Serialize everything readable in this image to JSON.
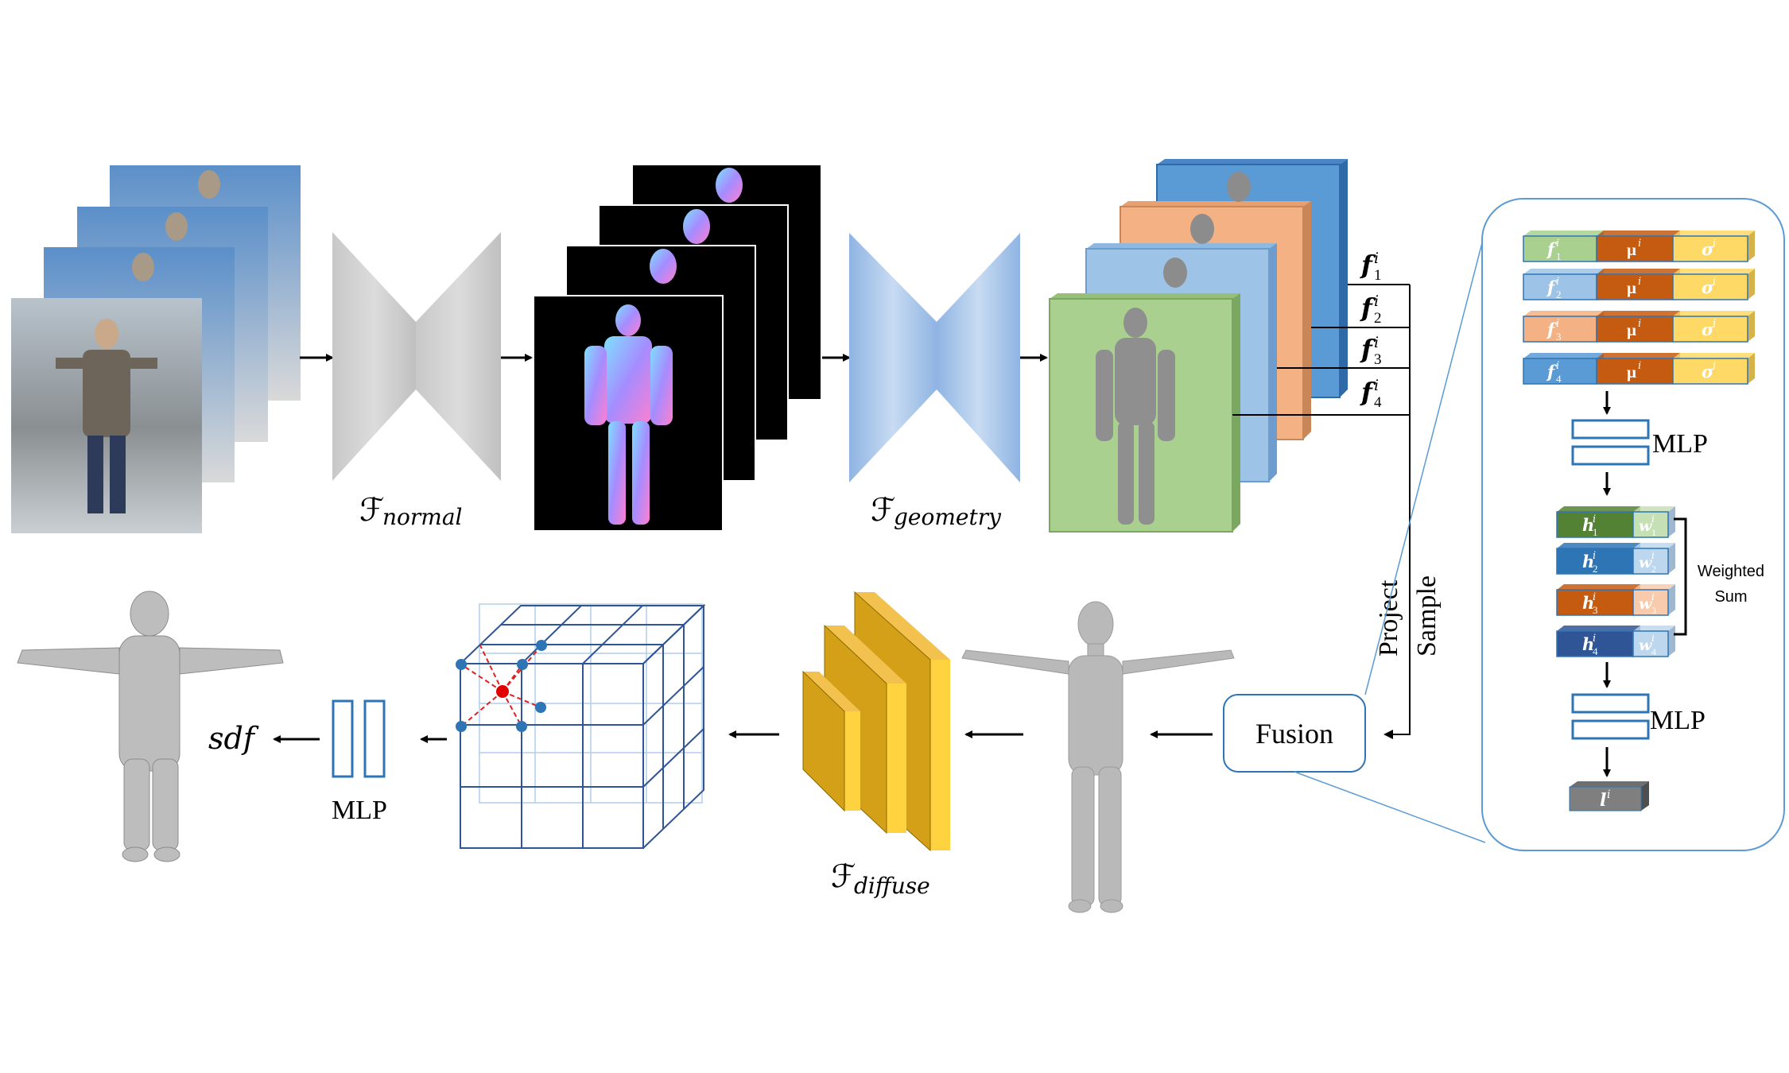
{
  "labels": {
    "f_normal": "ℱ",
    "f_normal_sub": "normal",
    "f_geometry": "ℱ",
    "f_geometry_sub": "geometry",
    "f_diffuse": "ℱ",
    "f_diffuse_sub": "diffuse",
    "feature_labels": [
      "f",
      "f",
      "f",
      "f"
    ],
    "feature_sup": "i",
    "feature_subs": [
      "1",
      "2",
      "3",
      "4"
    ],
    "project": "Project",
    "sample": "Sample",
    "fusion": "Fusion",
    "mlp_top": "MLP",
    "mlp_mid": "MLP",
    "mlp_bottom": "MLP",
    "weighted": "Weighted",
    "sum": "Sum",
    "sdf": "sdf",
    "out_l": "l",
    "out_l_sup": "i"
  },
  "fusion_panel": {
    "rows": [
      {
        "f": "f",
        "sub": "1",
        "mu": "μ",
        "sigma": "σ",
        "sup": "i"
      },
      {
        "f": "f",
        "sub": "2",
        "mu": "μ",
        "sigma": "σ",
        "sup": "i"
      },
      {
        "f": "f",
        "sub": "3",
        "mu": "μ",
        "sigma": "σ",
        "sup": "i"
      },
      {
        "f": "f",
        "sub": "4",
        "mu": "μ",
        "sigma": "σ",
        "sup": "i"
      }
    ],
    "h_rows": [
      {
        "h": "h",
        "w": "w",
        "sub": "1",
        "sup": "i"
      },
      {
        "h": "h",
        "w": "w",
        "sub": "2",
        "sup": "i"
      },
      {
        "h": "h",
        "w": "w",
        "sub": "3",
        "sup": "i"
      },
      {
        "h": "h",
        "w": "w",
        "sub": "4",
        "sup": "i"
      }
    ]
  },
  "colors": {
    "green": "#a9d08e",
    "orange_mu": "#c55a11",
    "yellow": "#ffd966",
    "light_blue": "#9dc3e6",
    "peach": "#f4b183",
    "blue": "#5b9bd5",
    "dark_green": "#548235",
    "mid_blue": "#2e75b6",
    "dark_blue": "#2f5597",
    "gold": "#d4a017",
    "gray": "#7f7f7f"
  }
}
